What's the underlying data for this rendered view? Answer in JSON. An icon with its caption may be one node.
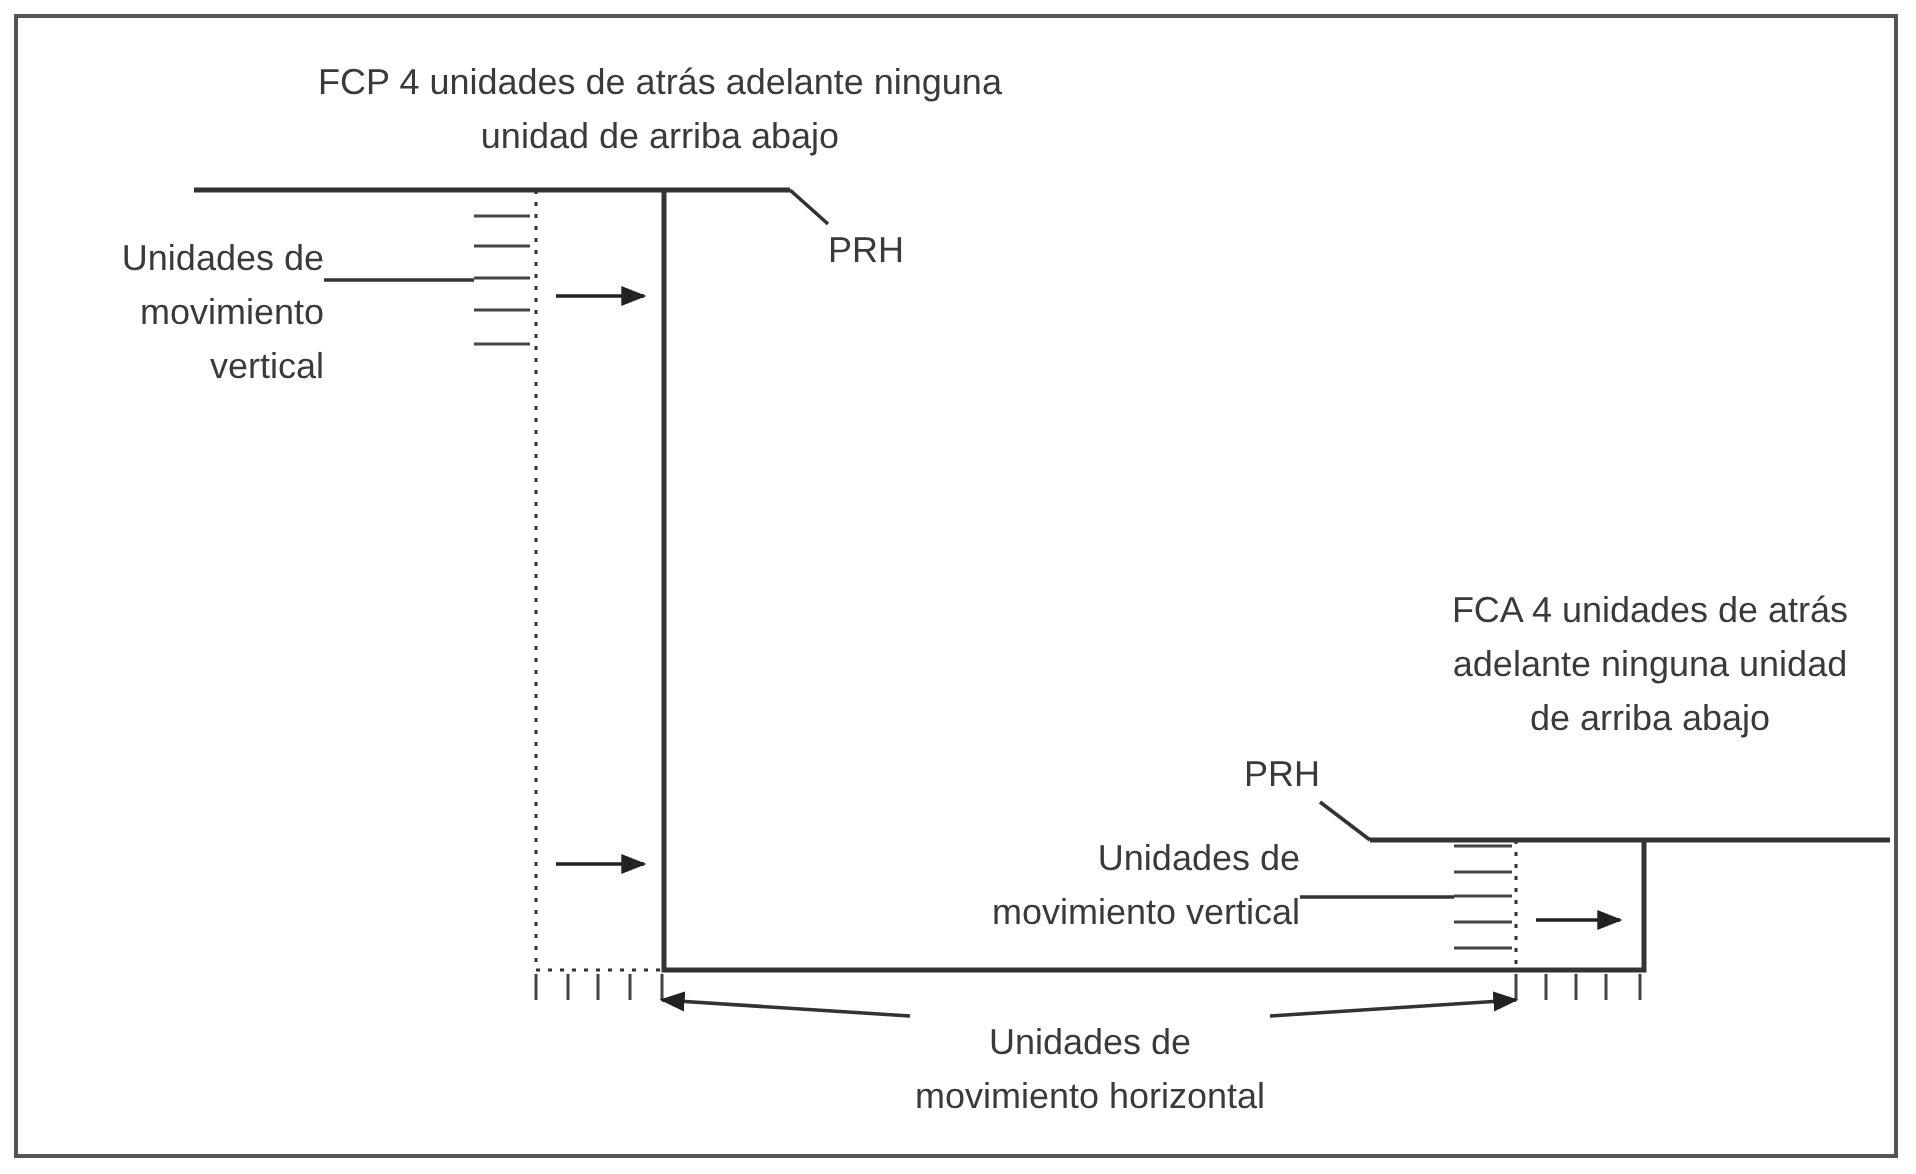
{
  "diagram": {
    "nodes": [
      {
        "text": [
          "Unidades de movimiento vertical"
        ]
      },
      {
        "text": [
          "PRH"
        ]
      },
      {
        "text": [
          "PRH"
        ]
      },
      {
        "text": [
          "Unidades de movimiento vertical"
        ]
      },
      {
        "text": [
          "Unidades de movimiento horizontal"
        ]
      },
      {
        "text": [],
        "shape": "ticks"
      },
      {
        "text": [],
        "shape": "ticks"
      },
      {
        "text": [],
        "shape": "ticks"
      },
      {
        "text": [],
        "shape": "ticks"
      }
    ],
    "edges": [
      {
        "from": 0,
        "to": 5,
        "arrow": "none"
      },
      {
        "from": 1,
        "to": null,
        "arrow": "none"
      },
      {
        "from": 2,
        "to": null,
        "arrow": "none"
      },
      {
        "from": 3,
        "to": 7,
        "arrow": "none"
      },
      {
        "from": 4,
        "to": 6,
        "arrow": "to"
      },
      {
        "from": 4,
        "to": 8,
        "arrow": "to"
      }
    ],
    "labels": [
      "FCP 4 unidades de atrás adelante ninguna unidad de arriba abajo",
      "FCA 4 unidades de atrás adelante ninguna unidad de arriba abajo"
    ]
  }
}
